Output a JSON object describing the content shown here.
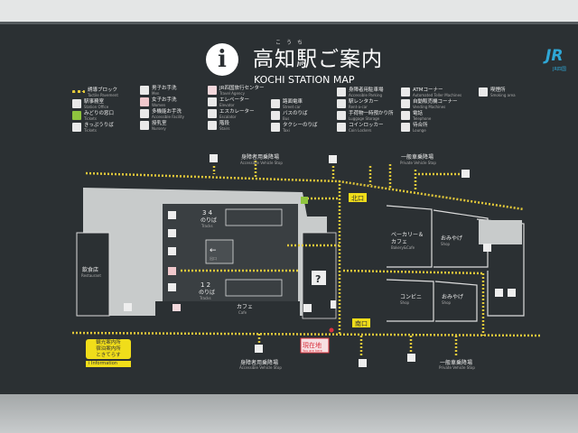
{
  "header": {
    "furigana": "こうち",
    "title": "高知駅ご案内",
    "subtitle": "KOCHI STATION MAP",
    "logo": "JR",
    "logo_sub": "JR四国"
  },
  "legend": [
    {
      "icon": "tactile-paving-icon",
      "jp": "誘導ブロック",
      "en": "Tactile Pavement"
    },
    {
      "icon": "station-office-icon",
      "jp": "駅事務室",
      "en": "Station Office"
    },
    {
      "icon": "ticket-office-icon",
      "jp": "みどりの窓口",
      "en": "Tickets"
    },
    {
      "icon": "ticket-machine-icon",
      "jp": "きっぷうりば",
      "en": "Tickets"
    },
    {
      "icon": "men-toilet-icon",
      "jp": "男子お手洗",
      "en": "Men"
    },
    {
      "icon": "women-toilet-icon",
      "jp": "女子お手洗",
      "en": "Women"
    },
    {
      "icon": "accessible-toilet-icon",
      "jp": "多機能お手洗",
      "en": "Accessible Facility"
    },
    {
      "icon": "nursery-icon",
      "jp": "授乳室",
      "en": "Nursery"
    },
    {
      "icon": "travel-agency-icon",
      "jp": "JR四国旅行センター",
      "en": "Travel Agency"
    },
    {
      "icon": "elevator-icon",
      "jp": "エレベーター",
      "en": "Elevator"
    },
    {
      "icon": "escalator-icon",
      "jp": "エスカレーター",
      "en": "Escalator"
    },
    {
      "icon": "stairs-icon",
      "jp": "階段",
      "en": "Stairs"
    },
    {
      "icon": "streetcar-icon",
      "jp": "路面電車",
      "en": "Street car"
    },
    {
      "icon": "bus-icon",
      "jp": "バスのりば",
      "en": "Bus"
    },
    {
      "icon": "taxi-icon",
      "jp": "タクシーのりば",
      "en": "Taxi"
    },
    {
      "icon": "accessible-parking-icon",
      "jp": "身障者用駐車場",
      "en": "Accessible Parking"
    },
    {
      "icon": "rent-a-car-icon",
      "jp": "駅レンタカー",
      "en": "Rent-a-car"
    },
    {
      "icon": "luggage-storage-icon",
      "jp": "手荷物一時預かり所",
      "en": "Luggage Storage"
    },
    {
      "icon": "coin-locker-icon",
      "jp": "コインロッカー",
      "en": "Coin Lockers"
    },
    {
      "icon": "atm-icon",
      "jp": "ATMコーナー",
      "en": "Automated Teller Machines"
    },
    {
      "icon": "vending-machine-icon",
      "jp": "自動販売機コーナー",
      "en": "Vending Machines"
    },
    {
      "icon": "telephone-icon",
      "jp": "電話",
      "en": "Telephone"
    },
    {
      "icon": "lounge-icon",
      "jp": "待合所",
      "en": "Lounge"
    },
    {
      "icon": "smoking-area-icon",
      "jp": "喫煙所",
      "en": "Smoking area"
    }
  ],
  "map": {
    "accessible_stop_jp": "身障者用乗降場",
    "accessible_stop_en": "Accessible Vehicle Stop",
    "private_stop_jp": "一般車乗降場",
    "private_stop_en": "Private Vehicle Stop",
    "north_exit": "北口",
    "south_exit": "南口",
    "bakery_jp": "ベーカリー＆",
    "bakery_jp2": "カフェ",
    "bakery_en": "Bakery&Cafe",
    "souvenir_jp": "おみやげ",
    "shop_en": "Shop",
    "convenience_jp": "コンビニ",
    "restaurant_jp": "飲食店",
    "restaurant_en": "Restaurant",
    "tracks_34": "3 4",
    "tracks_12": "1 2",
    "tracks_jp": "のりば",
    "tracks_en": "Tracks",
    "exit_jp": "出口",
    "cafe_jp": "カフェ",
    "cafe_en": "Cafe",
    "you_are_here_jp": "現在地",
    "you_are_here_en": "You are here",
    "info_lines": [
      "観光案内所",
      "宿泊案内所",
      "ときてらす"
    ],
    "info_label": "i Information"
  },
  "colors": {
    "panel": "#2b3033",
    "tactile": "#e2c83a",
    "exit": "#f0dd1a",
    "here": "#d9333f",
    "jr": "#2fa7d6"
  }
}
